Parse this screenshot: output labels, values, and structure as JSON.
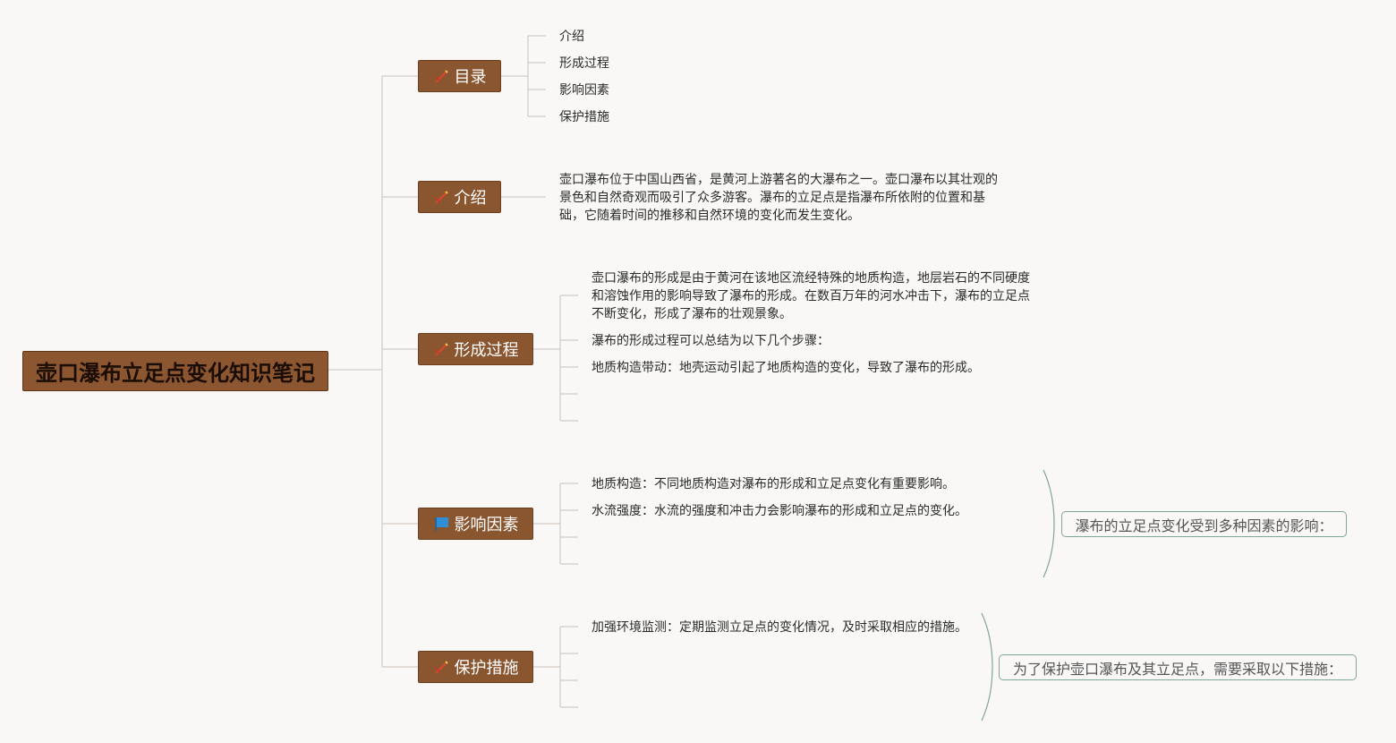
{
  "root": {
    "title": "壶口瀑布立足点变化知识笔记"
  },
  "colors": {
    "node_bg": "#8a5630",
    "line": "#d4ccc5",
    "brace": "#7fa699"
  },
  "branches": {
    "toc": {
      "label": "目录",
      "icon": "pencil-check-icon",
      "items": [
        "介绍",
        "形成过程",
        "影响因素",
        "保护措施"
      ]
    },
    "intro": {
      "label": "介绍",
      "icon": "pencil-check-icon",
      "lines": [
        "壶口瀑布位于中国山西省，是黄河上游著名的大瀑布之一。壶口瀑布以其壮观的",
        "景色和自然奇观而吸引了众多游客。瀑布的立足点是指瀑布所依附的位置和基",
        "础，它随着时间的推移和自然环境的变化而发生变化。"
      ]
    },
    "formation": {
      "label": "形成过程",
      "icon": "pencil-check-icon",
      "para_lines": [
        "壶口瀑布的形成是由于黄河在该地区流经特殊的地质构造，地层岩石的不同硬度",
        "和溶蚀作用的影响导致了瀑布的形成。在数百万年的河水冲击下，瀑布的立足点",
        "不断变化，形成了瀑布的壮观景象。"
      ],
      "steps_intro": "瀑布的形成过程可以总结为以下几个步骤：",
      "step1": "地质构造带动：地壳运动引起了地质构造的变化，导致了瀑布的形成。"
    },
    "factors": {
      "label": "影响因素",
      "icon": "blue-flag-icon",
      "items": [
        "地质构造：不同地质构造对瀑布的形成和立足点变化有重要影响。",
        "水流强度：水流的强度和冲击力会影响瀑布的形成和立足点的变化。"
      ],
      "summary": "瀑布的立足点变化受到多种因素的影响："
    },
    "protection": {
      "label": "保护措施",
      "icon": "pencil-check-icon",
      "items": [
        "加强环境监测：定期监测立足点的变化情况，及时采取相应的措施。"
      ],
      "summary": "为了保护壶口瀑布及其立足点，需要采取以下措施："
    }
  }
}
